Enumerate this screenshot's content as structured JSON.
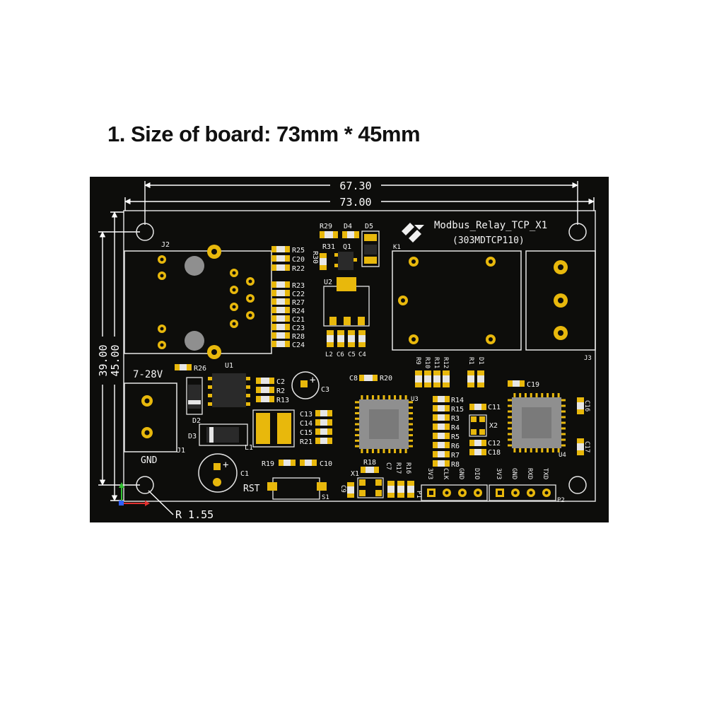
{
  "headline": "1. Size of board: 73mm * 45mm",
  "dimensions": {
    "width_inner": "67.30",
    "width_outer": "73.00",
    "height_inner": "39.00",
    "height_outer": "45.00",
    "hole_radius": "R 1.55"
  },
  "board": {
    "title": "Modbus_Relay_TCP_X1",
    "model": "(303MDTCP110)",
    "power_label": "7-28V",
    "ground_label": "GND",
    "reset_label": "RST"
  },
  "connectors": {
    "J1": "J1",
    "J2": "J2",
    "J3": "J3",
    "K1": "K1",
    "P1": "P1",
    "P2": "P2"
  },
  "chips": {
    "U1": "U1",
    "U2": "U2",
    "U3": "U3",
    "U4": "U4",
    "L1": "L1",
    "S1": "S1",
    "D2": "D2",
    "D3": "D3",
    "X1": "X1",
    "X2": "X2",
    "Q1": "Q1"
  },
  "pin_labels_p1": [
    "3V3",
    "CLK",
    "GND",
    "DIO"
  ],
  "pin_labels_p2": [
    "3V3",
    "GND",
    "RXD",
    "TXD"
  ],
  "column_parts": {
    "left_top": [
      "R25",
      "C20",
      "R22"
    ],
    "left_mid": [
      "R23",
      "C22",
      "R27",
      "R24",
      "C21",
      "C23",
      "R28",
      "C24"
    ],
    "u2_bottom": [
      "L2",
      "C6",
      "C5",
      "C4"
    ],
    "u1_right": [
      "C2",
      "R2",
      "R13"
    ],
    "l1_left": [
      "C13",
      "C14",
      "C15",
      "R21"
    ],
    "u3_right": [
      "R14",
      "R15",
      "R3",
      "R4",
      "R5",
      "R6",
      "R7",
      "R8"
    ],
    "u3_top": [
      "R9",
      "R10",
      "R11",
      "R12"
    ],
    "top_small": [
      "R29",
      "D4",
      "D5",
      "R31",
      "R30"
    ],
    "misc": [
      "R26",
      "C3",
      "C1",
      "C8",
      "R20",
      "R1",
      "D1",
      "C19",
      "C11",
      "C12",
      "C18",
      "C16",
      "C17",
      "R19",
      "C10",
      "R18",
      "C9",
      "C7",
      "R17",
      "R16"
    ]
  },
  "colors": {
    "background": "#ffffff",
    "board": "#0d0d0b",
    "gold": "#e8b80c",
    "silkscreen": "#f4f4f4",
    "chip": "#2a2a2a",
    "dimension_line": "#ffffff",
    "axis_x": "#e03030",
    "axis_y": "#30c030",
    "axis_z": "#3060ff"
  },
  "icons": [
    "logo-icon",
    "axis-origin-icon"
  ]
}
